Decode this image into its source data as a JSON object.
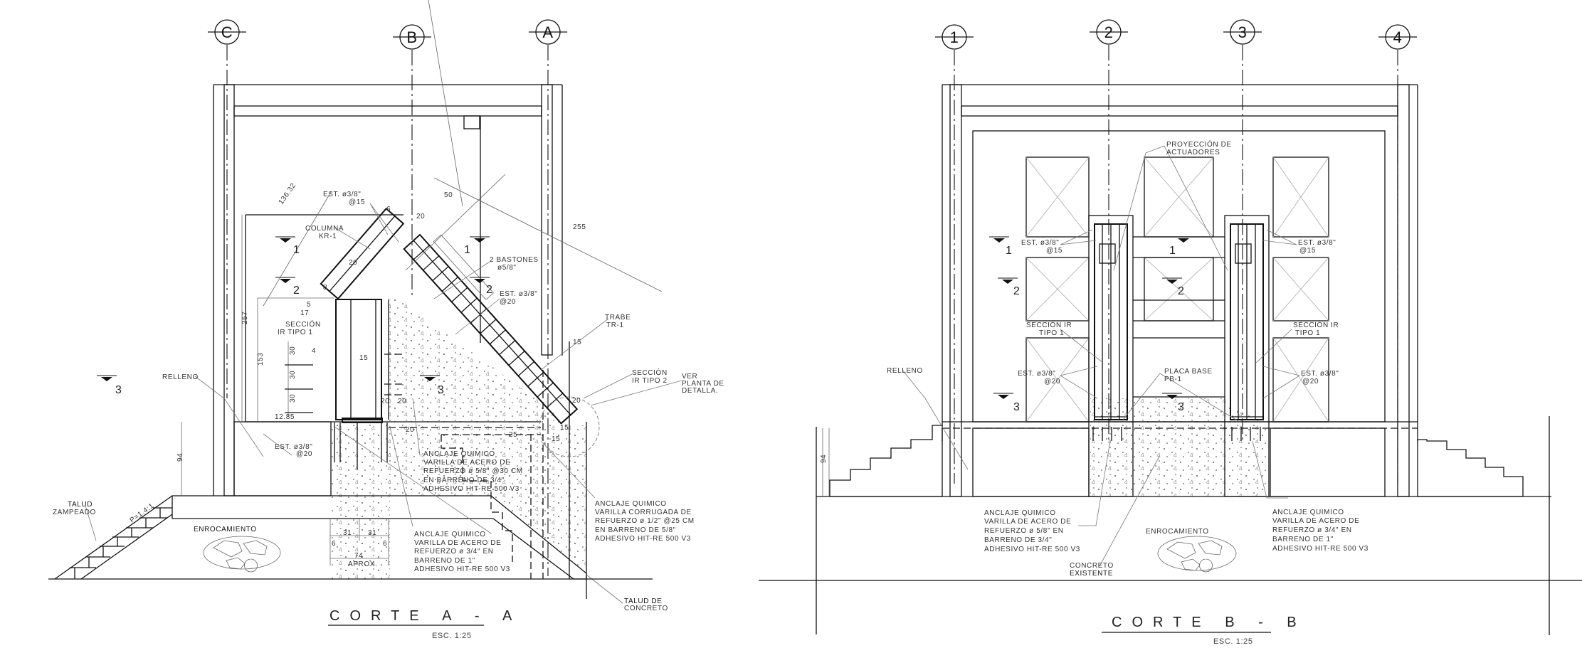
{
  "corte_aa": {
    "grid": [
      "C",
      "B",
      "A"
    ],
    "title": "CORTE A - A",
    "scale": "ESC. 1:25",
    "levels": [
      "1",
      "2",
      "1",
      "2",
      "3",
      "3"
    ],
    "labels": [
      "EST. ø3/8\"",
      "@15",
      "136.32",
      "50",
      "6",
      "20",
      "COLUMNA",
      "KR-1",
      "20",
      "2 BASTONES",
      "ø5/8\"",
      "EST. ø3/8\"",
      "@20",
      "255",
      "8",
      "5",
      "17",
      "257",
      "SECCIÓN",
      "IR TIPO 1",
      "153",
      "4",
      "30",
      "30",
      "30",
      "15",
      "12.85",
      "RELLENO",
      "TRABE",
      "TR-1",
      "15",
      "SECCIÓN",
      "IR TIPO 2",
      "VER",
      "PLANTA DE",
      "DETALLA.",
      "20",
      "20",
      "20",
      "20",
      "25",
      "15",
      "15",
      "94",
      "EST. ø3/8\"",
      "@20",
      "TALUD",
      "ZAMPEADO",
      "P=1.4:1",
      "ENROCAMIENTO",
      "31",
      "31",
      "6",
      "6",
      "74",
      "APROX.",
      "TALUD DE",
      "CONCRETO"
    ],
    "notes": [
      [
        "ANCLAJE QUIMICO",
        "VARILLA DE ACERO DE",
        "REFUERZO ø 5/8\" @30 CM",
        "EN BARRENO DE 3/4\"",
        "ADHESIVO HIT-RE 500 V3"
      ],
      [
        "ANCLAJE QUIMICO",
        "VARILLA CORRUGADA DE",
        "REFUERZO ø 1/2\" @25 CM",
        "EN BARRENO DE 5/8\"",
        "ADHESIVO HIT-RE 500 V3"
      ],
      [
        "ANCLAJE QUIMICO",
        "VARILLA DE ACERO DE",
        "REFUERZO ø 3/4\" EN",
        "BARRENO DE 1\"",
        "ADHESIVO HIT-RE 500 V3"
      ]
    ]
  },
  "corte_bb": {
    "grid": [
      "1",
      "2",
      "3",
      "4"
    ],
    "title": "CORTE B - B",
    "scale": "ESC. 1:25",
    "levels": [
      "1",
      "2",
      "3",
      "1",
      "2",
      "3"
    ],
    "labels": [
      "PROYECCIÓN DE",
      "ACTUADORES",
      "EST. ø3/8\"",
      "@15",
      "EST. ø3/8\"",
      "@15",
      "SECCIÓN IR",
      "TIPO 1",
      "SECCIÓN IR",
      "TIPO 1",
      "EST. ø3/8\"",
      "@20",
      "EST. ø3/8\"",
      "@20",
      "PLACA BASE",
      "PB-1",
      "RELLENO",
      "94",
      "CONCRETO",
      "EXISTENTE",
      "ENROCAMIENTO"
    ],
    "notes": [
      [
        "ANCLAJE QUIMICO",
        "VARILLA DE ACERO DE",
        "REFUERZO ø 5/8\" EN",
        "BARRENO DE 3/4\"",
        "ADHESIVO HIT-RE 500 V3"
      ],
      [
        "ANCLAJE QUIMICO",
        "VARILLA DE ACERO DE",
        "REFUERZO ø 3/4\" EN",
        "BARRENO DE 1\"",
        "ADHESIVO HIT-RE 500 V3"
      ]
    ]
  }
}
